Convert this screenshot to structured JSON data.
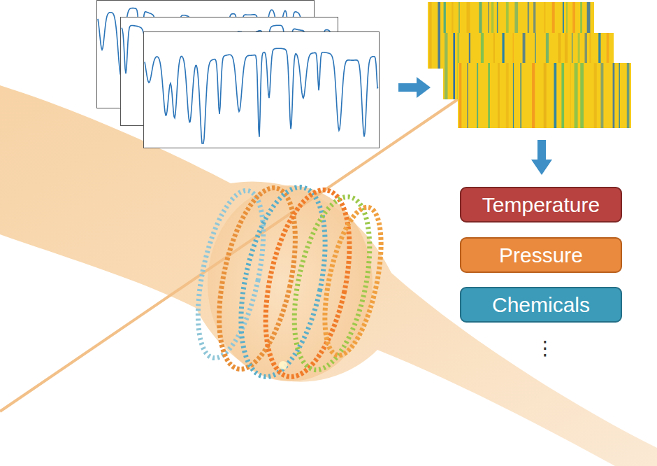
{
  "diagram": {
    "nodes": [
      {
        "text": [
          "Temperature"
        ]
      },
      {
        "text": [
          "Pressure"
        ]
      },
      {
        "text": [
          "Chemicals"
        ]
      }
    ],
    "labels": [
      "⋮"
    ]
  }
}
